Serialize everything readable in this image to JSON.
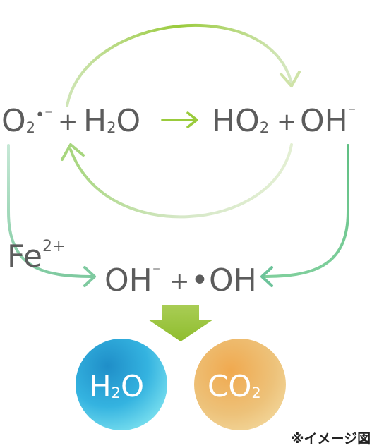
{
  "reaction": {
    "left": {
      "main": "O",
      "sub": "2",
      "sup": "•⁻",
      "plus": "+",
      "water_main": "H",
      "water_sub": "2",
      "water_end": "O"
    },
    "right": {
      "main": "HO",
      "sub": "2",
      "plus": "+",
      "oh": "OH",
      "sup": "⁻"
    },
    "catalyst": {
      "main": "Fe",
      "sup": "2+"
    },
    "product_mid": {
      "oh": "OH",
      "sup": "⁻",
      "plus": "+",
      "radical": "•OH"
    }
  },
  "circles": {
    "water": {
      "main": "H",
      "sub": "2",
      "end": "O",
      "color": "#2fa8d8"
    },
    "co2": {
      "main": "CO",
      "sub": "2",
      "color": "#ecb66a"
    }
  },
  "colors": {
    "arrow_green": "#9acb3c",
    "arrow_teal": "#6cc39a",
    "text": "#5c5c5c"
  },
  "note": "※イメージ図"
}
